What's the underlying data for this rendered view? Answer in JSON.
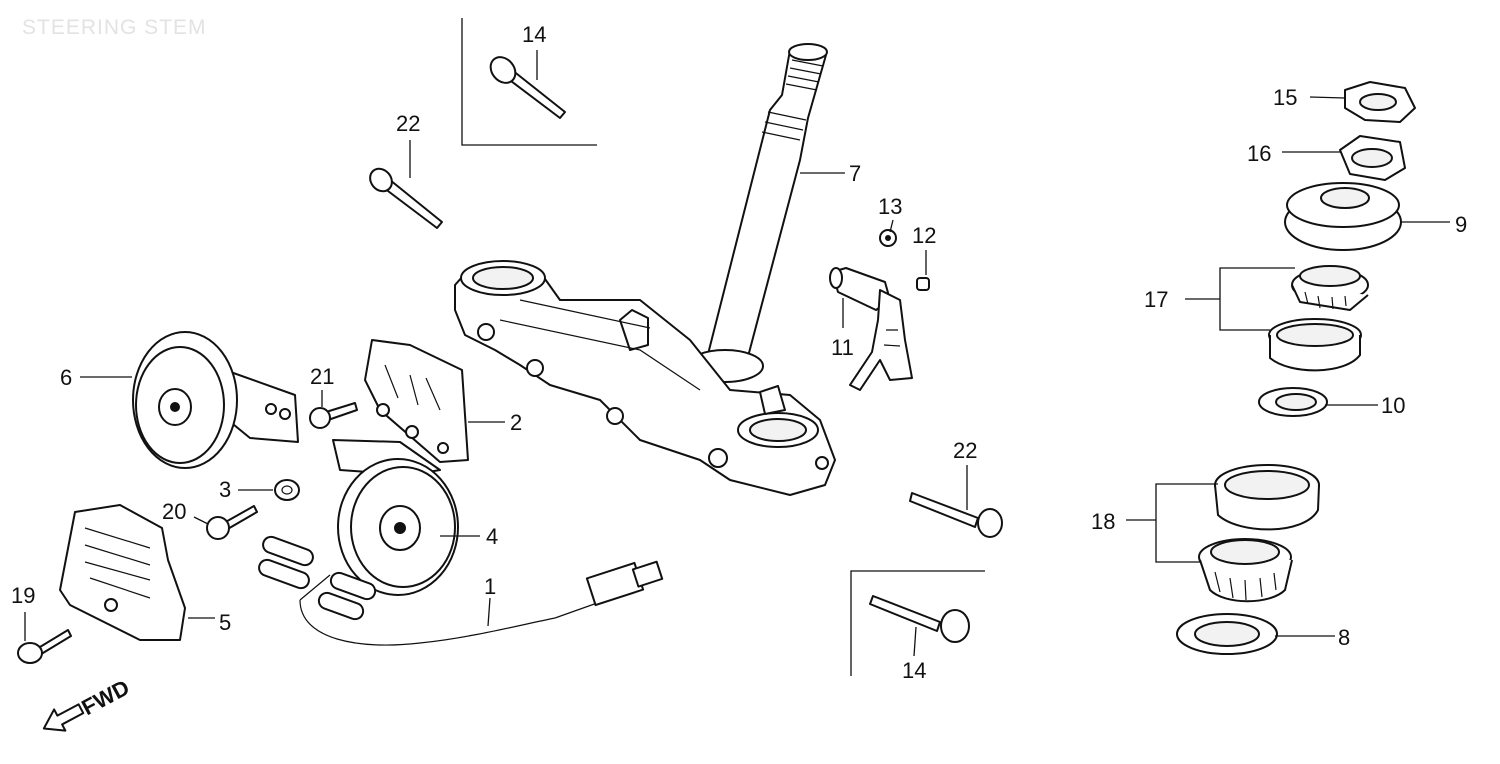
{
  "header": {
    "title": "STEERING STEM"
  },
  "orientation": {
    "label": "FWD"
  },
  "parts": [
    {
      "id": "1",
      "label": "1"
    },
    {
      "id": "2",
      "label": "2"
    },
    {
      "id": "3",
      "label": "3"
    },
    {
      "id": "4",
      "label": "4"
    },
    {
      "id": "5",
      "label": "5"
    },
    {
      "id": "6",
      "label": "6"
    },
    {
      "id": "7",
      "label": "7"
    },
    {
      "id": "8",
      "label": "8"
    },
    {
      "id": "9",
      "label": "9"
    },
    {
      "id": "10",
      "label": "10"
    },
    {
      "id": "11",
      "label": "11"
    },
    {
      "id": "12",
      "label": "12"
    },
    {
      "id": "13",
      "label": "13"
    },
    {
      "id": "14a",
      "label": "14"
    },
    {
      "id": "14b",
      "label": "14"
    },
    {
      "id": "15",
      "label": "15"
    },
    {
      "id": "16",
      "label": "16"
    },
    {
      "id": "17",
      "label": "17"
    },
    {
      "id": "18",
      "label": "18"
    },
    {
      "id": "19",
      "label": "19"
    },
    {
      "id": "20",
      "label": "20"
    },
    {
      "id": "21",
      "label": "21"
    },
    {
      "id": "22a",
      "label": "22"
    },
    {
      "id": "22b",
      "label": "22"
    }
  ]
}
